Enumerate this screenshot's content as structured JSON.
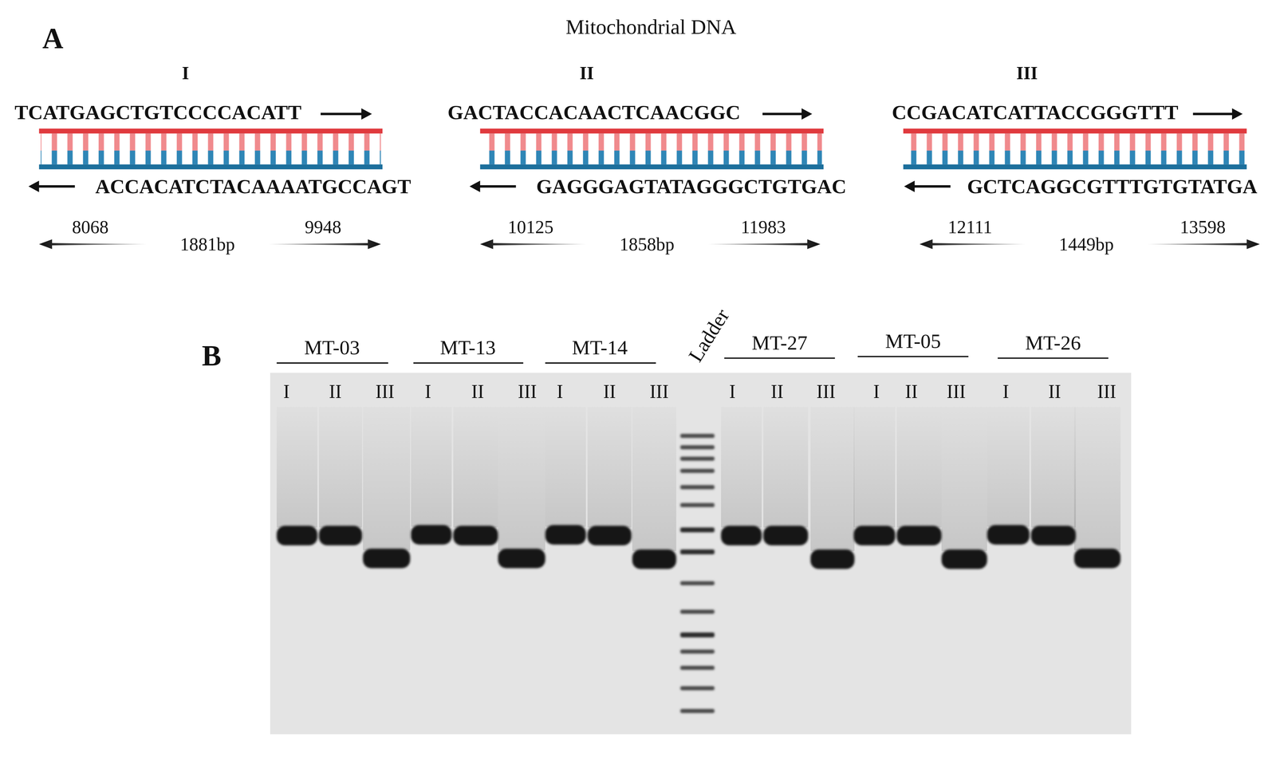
{
  "diagram": {
    "title": "Mitochondrial DNA",
    "labels": [
      "A",
      "I",
      "II",
      "III",
      "TCATGAGCTGTCCCCACATT",
      "GACTACCACAACTCAACGGC",
      "CCGACATCATTACCGGGTTT",
      "ACCACATCTACAAAATGCCAGT",
      "GAGGGAGTATAGGGCTGTGAC",
      "GCTCAGGCGTTTGTGTATGA",
      "8068",
      "1881bp",
      "9948",
      "10125",
      "1858bp",
      "11983",
      "12111",
      "1449bp",
      "13598",
      "B",
      "MT-03",
      "MT-13",
      "MT-14",
      "Ladder",
      "MT-27",
      "MT-05",
      "MT-26",
      "I",
      "II",
      "III",
      "I",
      "II",
      "III",
      "I",
      "II",
      "III",
      "I",
      "II",
      "III",
      "I",
      "II",
      "III",
      "I",
      "II",
      "III"
    ]
  }
}
